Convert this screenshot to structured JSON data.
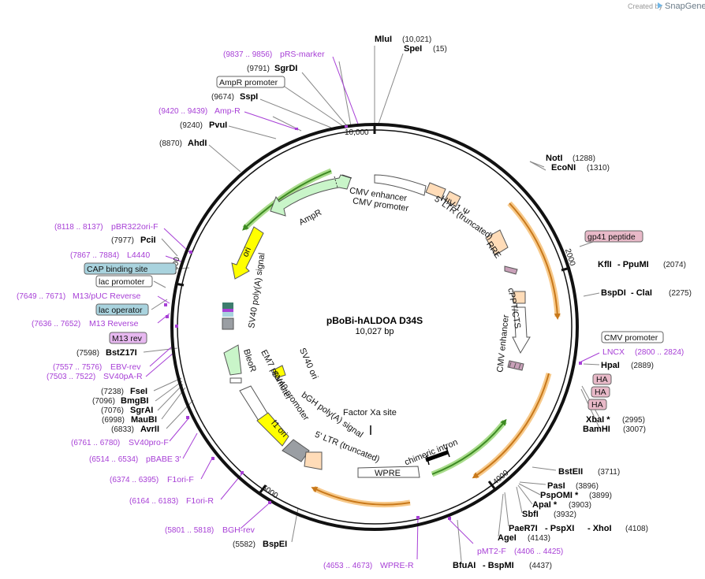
{
  "header": {
    "created_by": "Created by",
    "brand": "SnapGene"
  },
  "plasmid": {
    "name": "pBoBi-hALDOA D34S",
    "size_label": "10,027 bp"
  },
  "ticks": [
    "10,000",
    "2000",
    "4000",
    "6000",
    "8000"
  ],
  "enzymes": {
    "mlui": "MluI",
    "mlui_pos": "(10,021)",
    "spei": "SpeI",
    "spei_pos": "(15)",
    "sgrdi_pos": "(9791)",
    "sgrdi": "SgrDI",
    "sspi_pos": "(9674)",
    "sspi": "SspI",
    "pvui_pos": "(9240)",
    "pvui": "PvuI",
    "ahdi_pos": "(8870)",
    "ahdi": "AhdI",
    "noti": "NotI",
    "noti_pos": "(1288)",
    "econi": "EcoNI",
    "econi_pos": "(1310)",
    "kfli": "KflI",
    "ppumi": "- PpuMI",
    "kfli_pos": "(2074)",
    "bspdi": "BspDI",
    "clai": "- ClaI",
    "bspdi_pos": "(2275)",
    "hpai": "HpaI",
    "hpai_pos": "(2889)",
    "xbai": "XbaI *",
    "xbai_pos": "(2995)",
    "bamhi": "BamHI",
    "bamhi_pos": "(3007)",
    "bsteii": "BstEII",
    "bsteii_pos": "(3711)",
    "pasi": "PasI",
    "pasi_pos": "(3896)",
    "pspomi": "PspOMI *",
    "pspomi_pos": "(3899)",
    "apai": "ApaI *",
    "apai_pos": "(3903)",
    "sbfi": "SbfI",
    "sbfi_pos": "(3932)",
    "paer7i": "PaeR7I",
    "pspxi": "- PspXI",
    "xhoi": "- XhoI",
    "paer7i_pos": "(4108)",
    "agei": "AgeI",
    "agei_pos": "(4143)",
    "bfuai": "BfuAI",
    "bspmi": "- BspMI",
    "bfuai_pos": "(4437)",
    "bspei_pos": "(5582)",
    "bspei": "BspEI",
    "pcii_pos": "(7977)",
    "pcii": "PciI",
    "bstz17i_pos": "(7598)",
    "bstz17i": "BstZ17I",
    "fsei_pos": "(7238)",
    "fsei": "FseI",
    "bmgbi_pos": "(7096)",
    "bmgbi": "BmgBI",
    "sgrai_pos": "(7076)",
    "sgrai": "SgrAI",
    "maubi_pos": "(6998)",
    "maubi": "MauBI",
    "avrii_pos": "(6833)",
    "avrii": "AvrII"
  },
  "primers": {
    "prs_pos": "(9837 .. 9856)",
    "prs": "pRS-marker",
    "ampr_p_pos": "(9420 .. 9439)",
    "ampr_p": "Amp-R",
    "pbr_pos": "(8118 .. 8137)",
    "pbr": "pBR322ori-F",
    "l4440_pos": "(7867 .. 7884)",
    "l4440": "L4440",
    "m13puc_pos": "(7649 .. 7671)",
    "m13puc": "M13/pUC Reverse",
    "m13rev_pos": "(7636 .. 7652)",
    "m13rev": "M13 Reverse",
    "ebv_pos": "(7557 .. 7576)",
    "ebv": "EBV-rev",
    "sv40pa_pos": "(7503 .. 7522)",
    "sv40pa": "SV40pA-R",
    "sv40pro_pos": "(6761 .. 6780)",
    "sv40pro": "SV40pro-F",
    "pbabe_pos": "(6514 .. 6534)",
    "pbabe": "pBABE 3'",
    "f1orif_pos": "(6374 .. 6395)",
    "f1orif": "F1ori-F",
    "f1orir_pos": "(6164 .. 6183)",
    "f1orir": "F1ori-R",
    "bgh_pos": "(5801 .. 5818)",
    "bgh": "BGH-rev",
    "wpre_pos": "(4653 .. 4673)",
    "wpre": "WPRE-R",
    "pmt2": "pMT2-F",
    "pmt2_pos": "(4406 .. 4425)",
    "lncx": "LNCX",
    "lncx_pos": "(2800 .. 2824)"
  },
  "boxes": {
    "ampr_promoter": "AmpR promoter",
    "cap_site": "CAP binding site",
    "lac_promoter": "lac promoter",
    "lac_operator": "lac operator",
    "m13_rev": "M13 rev",
    "gp41": "gp41 peptide",
    "cmv_promoter": "CMV promoter",
    "ha1": "HA",
    "ha2": "HA",
    "ha3": "HA"
  },
  "features": {
    "cmv_enhancer_top": "CMV enhancer",
    "cmv_promoter_top": "CMV promoter",
    "hiv_psi": "HIV-1 Ψ",
    "ltr5_top": "5' LTR (truncated)",
    "rre": "RRE",
    "cppt": "cPPT/CTS",
    "cmv_enhancer_right": "CMV enhancer",
    "ampr": "AmpR",
    "ori": "ori",
    "sv40_polya": "SV40 poly(A) signal",
    "bleor": "BleoR",
    "em7": "EM7 promoter",
    "sv40_promoter": "SV40 promoter",
    "sv40_ori": "SV40 ori",
    "f1_ori": "f1 ori",
    "bgh_polya": "bGH poly(A) signal",
    "ltr5_bottom": "5' LTR (truncated)",
    "factor_xa": "Factor Xa site",
    "chimeric_intron": "chimeric intron",
    "wpre": "WPRE"
  },
  "colors": {
    "backbone": "#111111",
    "enzyme_line": "#777777",
    "primer": "#a73fd6",
    "orange": "#f4a940",
    "green": "#5aa82f",
    "ampr_fill": "#c9f5c9",
    "ori_fill": "#ffff00",
    "peach": "#ffdcb8",
    "gray_block": "#9a9ea3",
    "cap_fill": "#a9d3de",
    "pink_fill": "#e8b9c8",
    "m13_fill": "#e7b8f0"
  }
}
